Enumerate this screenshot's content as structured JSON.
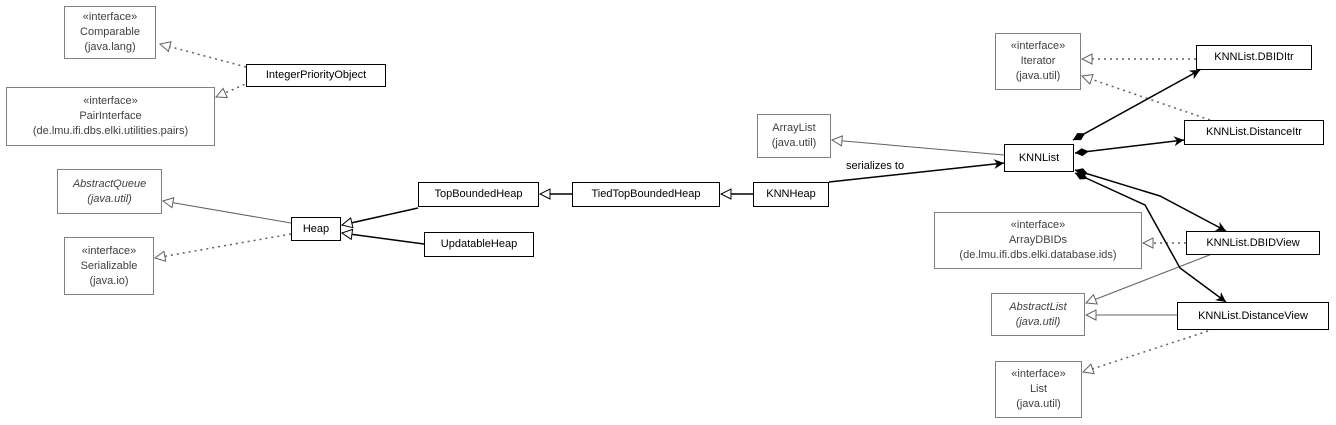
{
  "nodes": {
    "comparable": {
      "lines": [
        "«interface»",
        "Comparable",
        "(java.lang)"
      ]
    },
    "integer_priority_object": {
      "lines": [
        "IntegerPriorityObject"
      ]
    },
    "pair_interface": {
      "lines": [
        "«interface»",
        "PairInterface",
        "(de.lmu.ifi.dbs.elki.utilities.pairs)"
      ]
    },
    "abstract_queue": {
      "lines": [
        "AbstractQueue",
        "(java.util)"
      ]
    },
    "serializable": {
      "lines": [
        "«interface»",
        "Serializable",
        "(java.io)"
      ]
    },
    "heap": {
      "lines": [
        "Heap"
      ]
    },
    "top_bounded_heap": {
      "lines": [
        "TopBoundedHeap"
      ]
    },
    "updatable_heap": {
      "lines": [
        "UpdatableHeap"
      ]
    },
    "tied_top_bounded_heap": {
      "lines": [
        "TiedTopBoundedHeap"
      ]
    },
    "knn_heap": {
      "lines": [
        "KNNHeap"
      ]
    },
    "array_list": {
      "lines": [
        "ArrayList",
        "(java.util)"
      ]
    },
    "knn_list": {
      "lines": [
        "KNNList"
      ]
    },
    "iterator": {
      "lines": [
        "«interface»",
        "Iterator",
        "(java.util)"
      ]
    },
    "knn_list_dbid_itr": {
      "lines": [
        "KNNList.DBIDItr"
      ]
    },
    "knn_list_distance_itr": {
      "lines": [
        "KNNList.DistanceItr"
      ]
    },
    "array_dbids": {
      "lines": [
        "«interface»",
        "ArrayDBIDs",
        "(de.lmu.ifi.dbs.elki.database.ids)"
      ]
    },
    "knn_list_dbid_view": {
      "lines": [
        "KNNList.DBIDView"
      ]
    },
    "abstract_list": {
      "lines": [
        "AbstractList",
        "(java.util)"
      ]
    },
    "knn_list_distance_view": {
      "lines": [
        "KNNList.DistanceView"
      ]
    },
    "list": {
      "lines": [
        "«interface»",
        "List",
        "(java.util)"
      ]
    }
  },
  "edge_labels": {
    "serializes_to": "serializes to"
  },
  "colors": {
    "internal_border": "#000000",
    "external_border": "#808080",
    "external_text": "#404040",
    "edge_gray": "#606060"
  }
}
